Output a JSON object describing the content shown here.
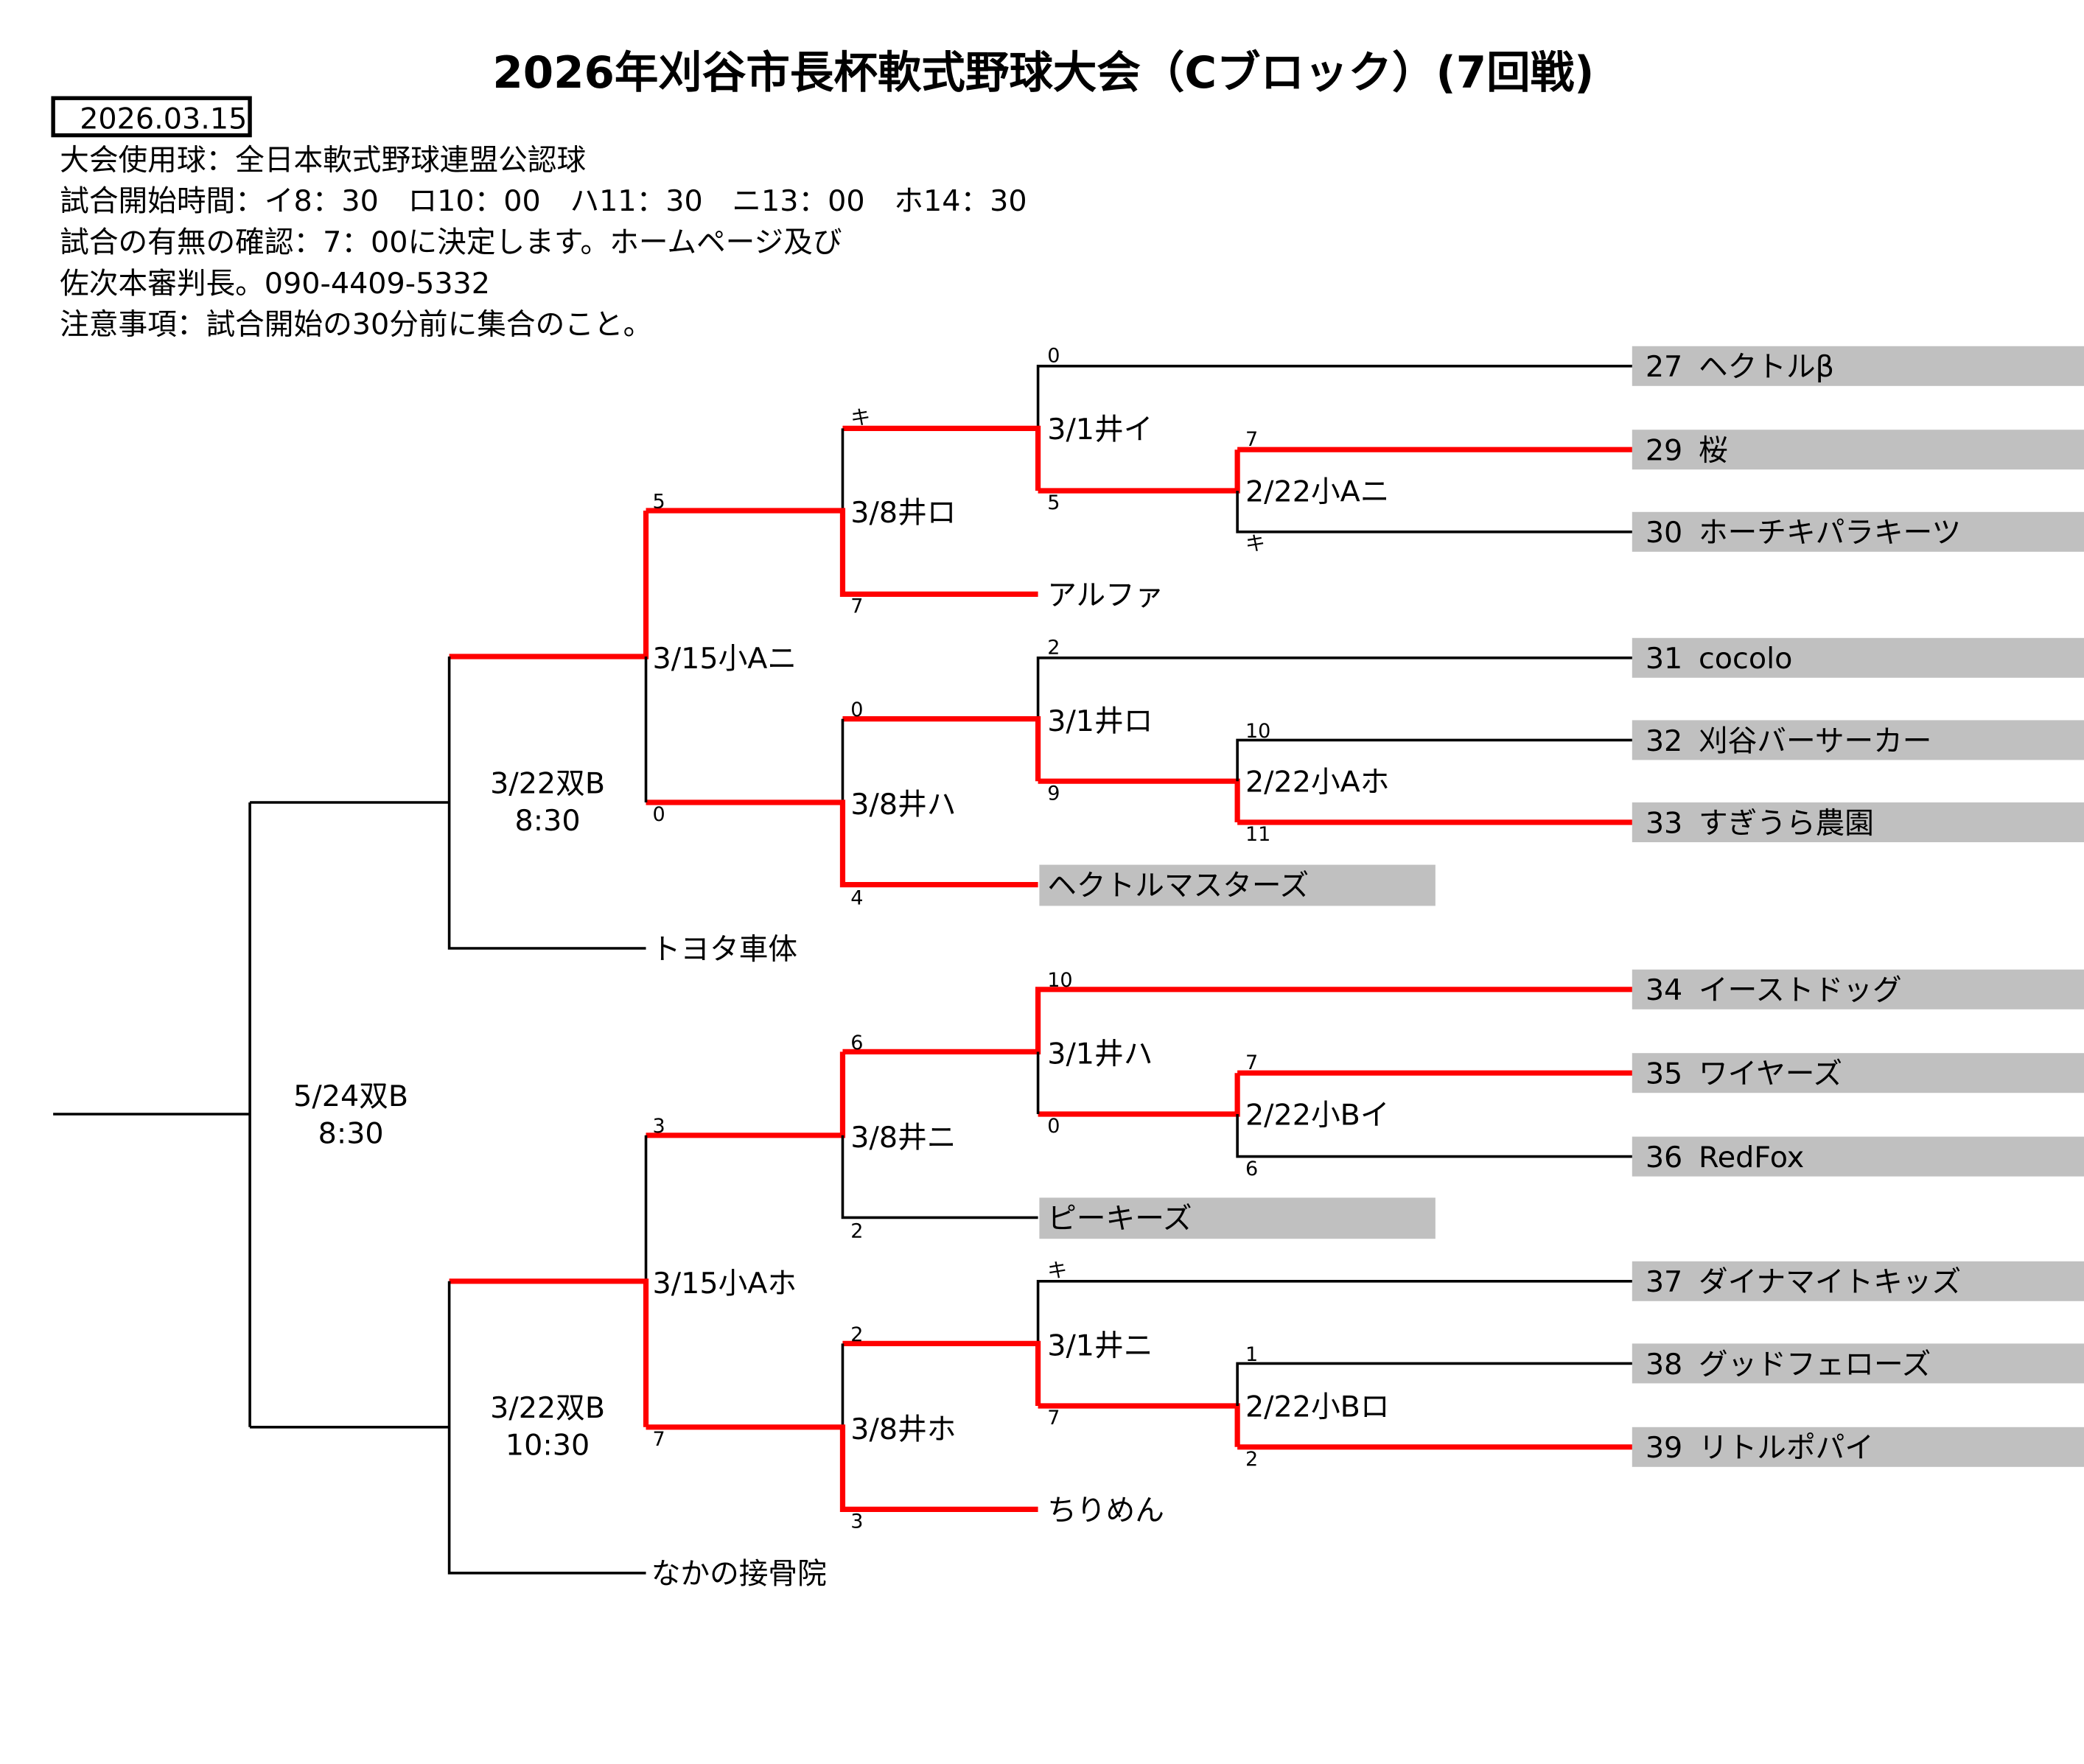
{
  "title": "2026年刈谷市長杯軟式野球大会（Cブロック）(7回戦)",
  "date": "2026.03.15",
  "info": [
    "大会使用球：全日本軟式野球連盟公認球",
    "試合開始時間：イ8：30　ロ10：00　ハ11：30　ニ13：00　ホ14：30",
    "試合の有無の確認：7：00に決定します。ホームページ及び",
    "佐次本審判長。090-4409-5332",
    "注意事項：試合開始の30分前に集合のこと。"
  ],
  "colors": {
    "winner_line": "#ff0000",
    "seed_bar": "#c0c0c0"
  },
  "seeds": [
    {
      "num": "27",
      "name": "ヘクトルβ"
    },
    {
      "num": "29",
      "name": "桜"
    },
    {
      "num": "30",
      "name": "ホーチキパラキーツ"
    },
    {
      "num": "31",
      "name": "cocolo"
    },
    {
      "num": "32",
      "name": "刈谷バーサーカー"
    },
    {
      "num": "33",
      "name": "すぎうら農園"
    },
    {
      "num": "34",
      "name": "イーストドッグ"
    },
    {
      "num": "35",
      "name": "ワイヤーズ"
    },
    {
      "num": "36",
      "name": "RedFox"
    },
    {
      "num": "37",
      "name": "ダイナマイトキッズ"
    },
    {
      "num": "38",
      "name": "グッドフェローズ"
    },
    {
      "num": "39",
      "name": "リトルポパイ"
    }
  ],
  "teams": {
    "alpha": "アルファ",
    "hector_masters": "ヘクトルマスターズ",
    "toyota": "トヨタ車体",
    "peekies": "ピーキーズ",
    "chirimen": "ちりめん",
    "nakano": "なかの接骨院"
  },
  "matches": {
    "r1a": {
      "label": "2/22小Aニ",
      "top": "7",
      "bottom": "キ"
    },
    "r1b": {
      "label": "2/22小Aホ",
      "top": "10",
      "bottom": "11"
    },
    "r1c": {
      "label": "2/22小Bイ",
      "top": "7",
      "bottom": "6"
    },
    "r1d": {
      "label": "2/22小Bロ",
      "top": "1",
      "bottom": "2"
    },
    "r2a": {
      "label": "3/1井イ",
      "top": "0",
      "bottom": "5"
    },
    "r2b": {
      "label": "3/1井ロ",
      "top": "2",
      "bottom": "9"
    },
    "r2c": {
      "label": "3/1井ハ",
      "top": "10",
      "bottom": "0"
    },
    "r2d": {
      "label": "3/1井ニ",
      "top": "キ",
      "bottom": "7"
    },
    "r3a": {
      "label": "3/8井ロ",
      "top": "キ",
      "bottom": "7"
    },
    "r3b": {
      "label": "3/8井ハ",
      "top": "0",
      "bottom": "4"
    },
    "r3c": {
      "label": "3/8井ニ",
      "top": "6",
      "bottom": "2"
    },
    "r3d": {
      "label": "3/8井ホ",
      "top": "2",
      "bottom": "3"
    },
    "r4a": {
      "label": "3/15小Aニ",
      "top": "5",
      "bottom": "0"
    },
    "r4b": {
      "label": "3/15小Aホ",
      "top": "3",
      "bottom": "7"
    },
    "r5a": {
      "label": "3/22双B",
      "time": "8:30"
    },
    "r5b": {
      "label": "3/22双B",
      "time": "10:30"
    },
    "final": {
      "label": "5/24双B",
      "time": "8:30"
    }
  }
}
